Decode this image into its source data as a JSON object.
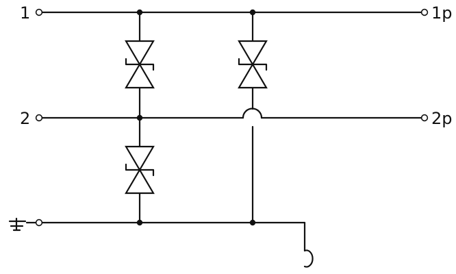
{
  "diagram": {
    "terminals": {
      "in_1": "1",
      "out_1": "1p",
      "in_2": "2",
      "out_2": "2p"
    }
  }
}
